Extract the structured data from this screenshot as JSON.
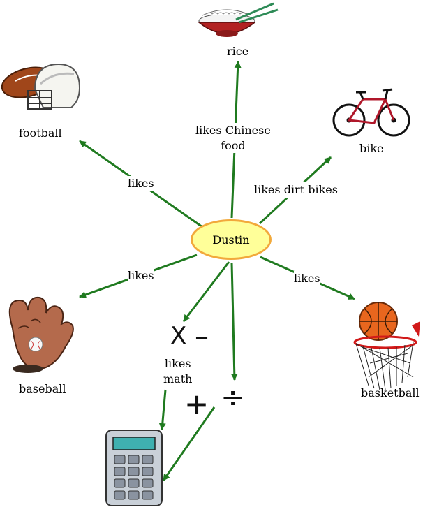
{
  "center": {
    "label": "Dustin"
  },
  "nodes": {
    "rice": "rice",
    "football": "football",
    "bike": "bike",
    "baseball": "baseball",
    "basketball": "basketball"
  },
  "edges": {
    "rice": "likes Chinese food",
    "rice_line1": "likes Chinese",
    "rice_line2": "food",
    "football": "likes",
    "bike": "likes dirt bikes",
    "baseball": "likes",
    "basketball": "likes",
    "math_line1": "likes",
    "math_line2": "math"
  },
  "math_symbols": {
    "times": "X",
    "minus": "–",
    "plus": "+",
    "divide": "÷"
  },
  "icons": [
    "rice-bowl-icon",
    "football-helmet-icon",
    "bicycle-icon",
    "baseball-glove-icon",
    "basketball-hoop-icon",
    "calculator-icon"
  ],
  "colors": {
    "arrow": "#1f7a1f",
    "center_fill": "#ffff99",
    "center_border": "#f2a93b"
  }
}
